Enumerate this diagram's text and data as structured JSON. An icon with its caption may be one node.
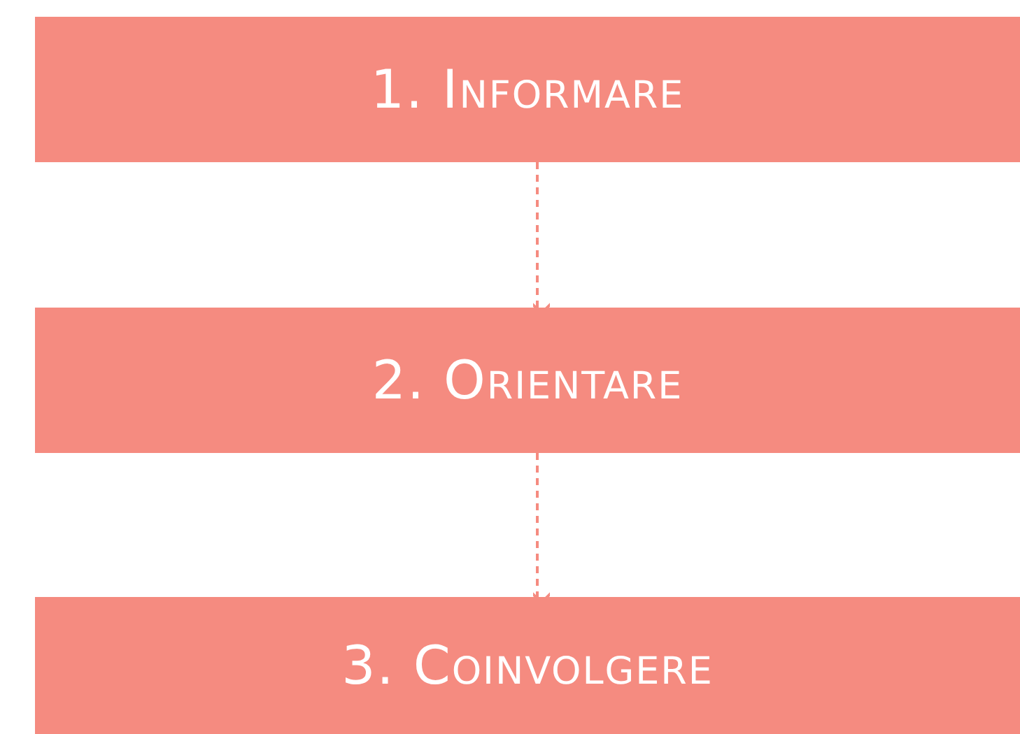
{
  "diagram": {
    "nodes": [
      {
        "text": [
          "1. Informare"
        ]
      },
      {
        "text": [
          "2. Orientare"
        ]
      },
      {
        "text": [
          "3. Coinvolgere"
        ]
      }
    ],
    "edges": [
      {
        "from": 0,
        "to": 1,
        "arrow": "to",
        "style": "dashed"
      },
      {
        "from": 1,
        "to": 2,
        "arrow": "to",
        "style": "dashed"
      }
    ]
  }
}
